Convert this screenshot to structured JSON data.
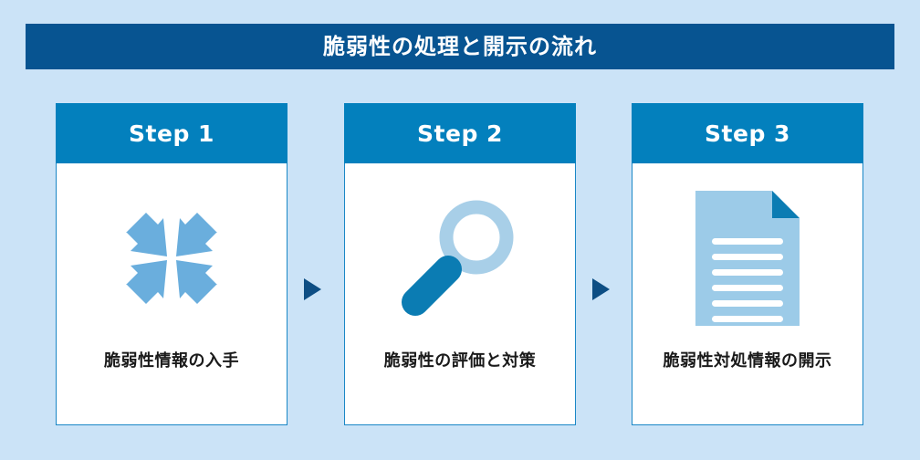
{
  "title": {
    "text": "脆弱性の処理と開示の流れ",
    "background_color": "#075491",
    "text_color": "#ffffff"
  },
  "page": {
    "background_color": "#cbe3f7"
  },
  "steps": [
    {
      "header": "Step 1",
      "caption": "脆弱性情報の入手",
      "icon": "converging-arrows-icon",
      "icon_color": "#6aaedd"
    },
    {
      "header": "Step 2",
      "caption": "脆弱性の評価と対策",
      "icon": "magnifying-glass-icon",
      "icon_color": "#a8cfe8",
      "icon_accent_color": "#0b7cb3"
    },
    {
      "header": "Step 3",
      "caption": "脆弱性対処情報の開示",
      "icon": "document-icon",
      "icon_color": "#9ccbe8",
      "icon_accent_color": "#0b7cb3"
    }
  ],
  "connectors": [
    {
      "icon": "triangle-right-icon",
      "color": "#0d4e84"
    },
    {
      "icon": "triangle-right-icon",
      "color": "#0d4e84"
    }
  ],
  "card_style": {
    "header_color": "#0380bd",
    "border_color": "#1a87c6",
    "body_color": "#ffffff"
  }
}
